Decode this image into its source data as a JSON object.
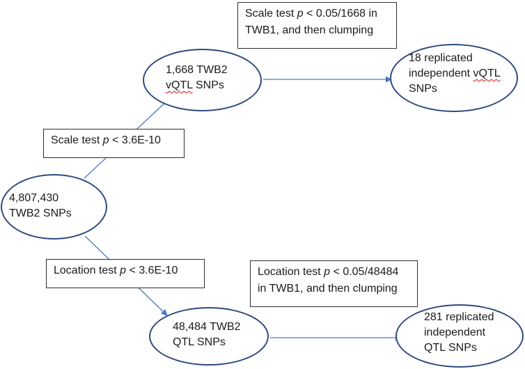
{
  "nodes": {
    "start": {
      "line1": "4,807,430",
      "line2": "TWB2 SNPs"
    },
    "vqtl": {
      "line1": "1,668 TWB2",
      "line2_mark": "vQTL",
      "line2_rest": " SNPs"
    },
    "vqtl_rep": {
      "line1": "18 replicated",
      "line2_pre": "independent ",
      "line2_mark": "vQTL",
      "line3": "SNPs"
    },
    "qtl": {
      "line1": "48,484 TWB2",
      "line2": "QTL SNPs"
    },
    "qtl_rep": {
      "line1": "281 replicated",
      "line2": "independent",
      "line3": "QTL SNPs"
    }
  },
  "labels": {
    "scale_rep": {
      "line1_pre": "Scale test ",
      "p": "p",
      "line1_post": " < 0.05/1668 in",
      "line2": "TWB1, and then clumping"
    },
    "scale_disc": {
      "pre": "Scale test ",
      "p": "p",
      "post": " < 3.6E-10"
    },
    "loc_disc": {
      "pre": "Location test ",
      "p": "p",
      "post": " < 3.6E-10"
    },
    "loc_rep": {
      "line1_pre": "Location test ",
      "p": "p",
      "line1_post": " < 0.05/48484",
      "line2": "in TWB1, and then clumping"
    }
  },
  "colors": {
    "ellipse_border": "#2e4a7d",
    "arrow": "#4a78c2",
    "box_border": "#2b2b2b",
    "spellcheck": "#d01010"
  }
}
